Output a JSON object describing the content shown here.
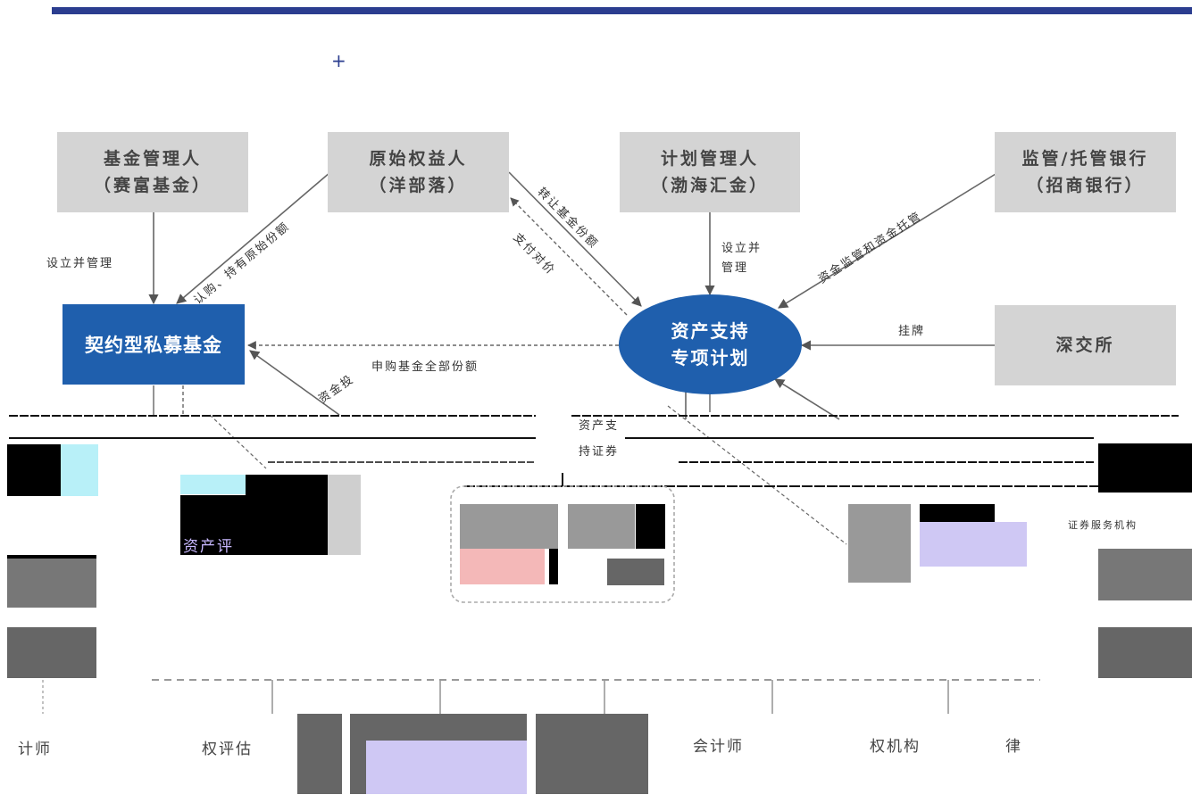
{
  "header": {
    "plus_glyph": "+"
  },
  "nodes": {
    "fund_manager": {
      "line1": "基金管理人",
      "line2": "（赛富基金）"
    },
    "original_beneficiary": {
      "line1": "原始权益人",
      "line2": "（洋部落）"
    },
    "plan_manager": {
      "line1": "计划管理人",
      "line2": "（渤海汇金）"
    },
    "custodian_bank": {
      "line1": "监管/托管银行",
      "line2": "（招商银行）"
    },
    "private_fund": {
      "label": "契约型私募基金"
    },
    "abs_plan": {
      "line1": "资产支持",
      "line2": "专项计划"
    },
    "exchange": {
      "label": "深交所"
    }
  },
  "edge_labels": {
    "establish_manage_left": "设立并管理",
    "subscribe_beneficiary": "认购、持有原始份额",
    "transfer_fund": "转让基金份额",
    "pay_price": "支付对价",
    "establish_manage_center": "设立并\n管理",
    "supervision": "资金监管和资金托管",
    "listing": "挂牌",
    "subscribe_fund_share": "申购基金全部份额",
    "fund_inv": "资金投",
    "sub_a": "资产支",
    "sub_b": "持证券",
    "right_service": "证券服务机构"
  },
  "bottom_labels": {
    "auditor_left": "计师",
    "rating": "权评估",
    "accountant": "会计师",
    "institution": "权机构",
    "law": "律",
    "assess": "资产评"
  },
  "colors": {
    "brand_blue": "#1f5fad",
    "header_bar": "#2b3d8f",
    "node_gray": "#d4d4d4"
  }
}
